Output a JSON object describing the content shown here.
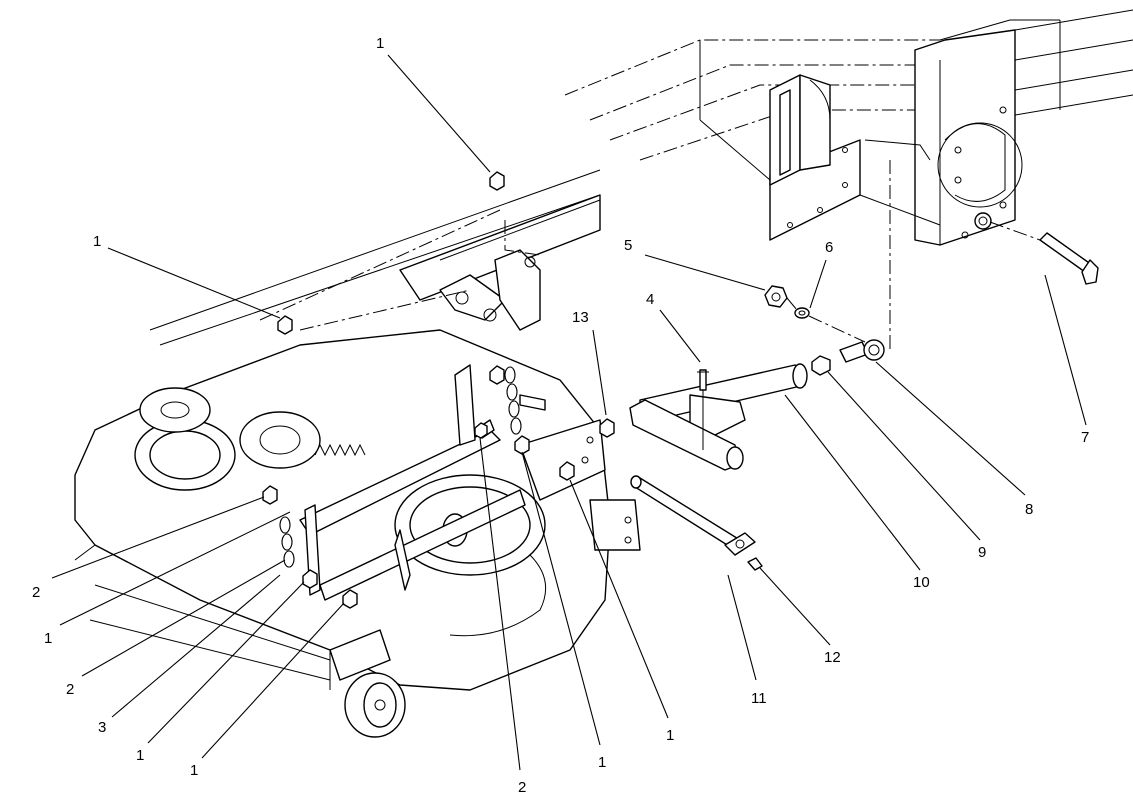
{
  "callouts": [
    {
      "id": "c-1-top",
      "label": "1"
    },
    {
      "id": "c-1-left",
      "label": "1"
    },
    {
      "id": "c-5",
      "label": "5"
    },
    {
      "id": "c-6",
      "label": "6"
    },
    {
      "id": "c-4",
      "label": "4"
    },
    {
      "id": "c-13",
      "label": "13"
    },
    {
      "id": "c-7",
      "label": "7"
    },
    {
      "id": "c-8",
      "label": "8"
    },
    {
      "id": "c-9",
      "label": "9"
    },
    {
      "id": "c-10",
      "label": "10"
    },
    {
      "id": "c-12",
      "label": "12"
    },
    {
      "id": "c-11",
      "label": "11"
    },
    {
      "id": "c-2-a",
      "label": "2"
    },
    {
      "id": "c-1-b",
      "label": "1"
    },
    {
      "id": "c-2-b",
      "label": "2"
    },
    {
      "id": "c-3",
      "label": "3"
    },
    {
      "id": "c-1-c",
      "label": "1"
    },
    {
      "id": "c-1-d",
      "label": "1"
    },
    {
      "id": "c-2-c",
      "label": "2"
    },
    {
      "id": "c-1-e",
      "label": "1"
    },
    {
      "id": "c-1-f",
      "label": "1"
    }
  ]
}
